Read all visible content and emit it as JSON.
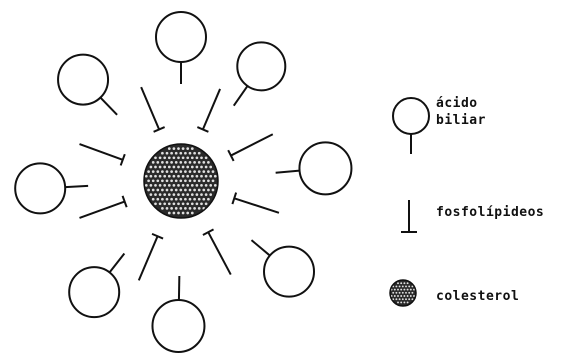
{
  "diagram": {
    "legend": {
      "bile_acid_line1": "ácido",
      "bile_acid_line2": "biliar",
      "phospholipids": "fosfolípideos",
      "cholesterol": "colesterol"
    },
    "colors": {
      "ink": "#111111",
      "background": "#ffffff"
    },
    "icons": [
      "bile-acid-icon",
      "phospholipid-icon",
      "cholesterol-icon"
    ]
  }
}
